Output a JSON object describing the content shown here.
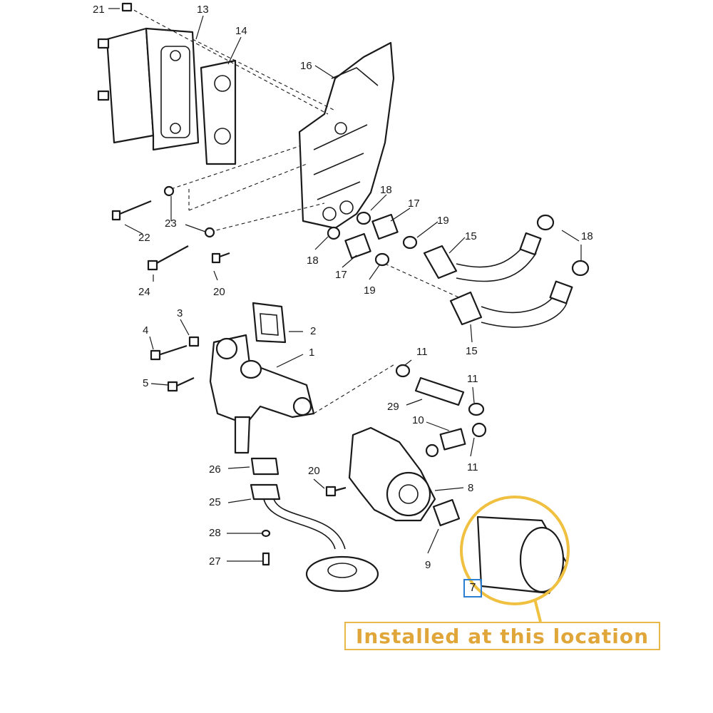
{
  "callout": {
    "text": "Installed at this location",
    "color": "#e0a63a",
    "highlight_color": "#f0c040"
  },
  "highlighted_part": "7",
  "highlight_box_color": "#2a7fd4",
  "labels": {
    "p21": "21",
    "p13": "13",
    "p14": "14",
    "p16": "16",
    "p18a": "18",
    "p17a": "17",
    "p19a": "19",
    "p15a": "15",
    "p18b": "18",
    "p23": "23",
    "p22": "22",
    "p24": "24",
    "p20a": "20",
    "p18c": "18",
    "p17b": "17",
    "p19b": "19",
    "p15b": "15",
    "p3": "3",
    "p4": "4",
    "p2": "2",
    "p1": "1",
    "p5": "5",
    "p11a": "11",
    "p29": "29",
    "p11b": "11",
    "p10": "10",
    "p11c": "11",
    "p26": "26",
    "p20b": "20",
    "p8": "8",
    "p25": "25",
    "p28": "28",
    "p9": "9",
    "p27": "27"
  }
}
